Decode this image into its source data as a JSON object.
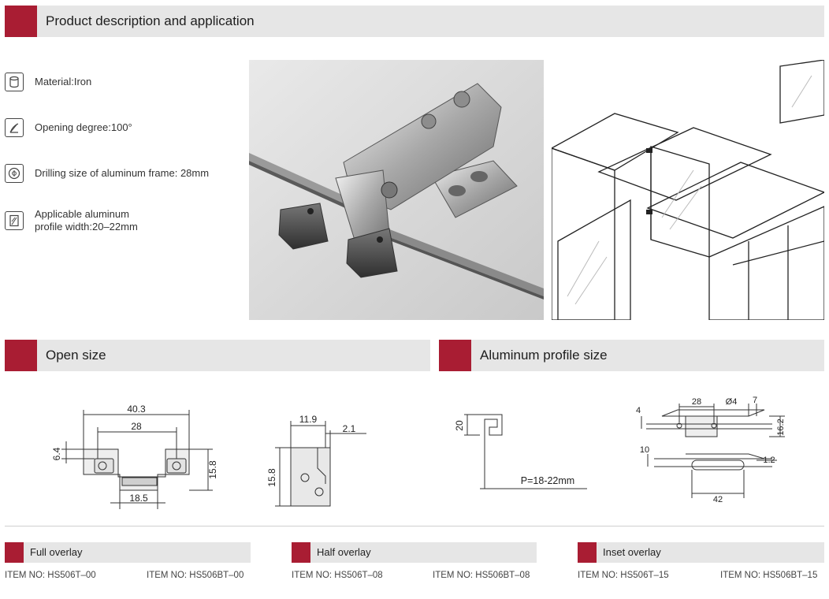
{
  "sections": {
    "product": "Product description and application",
    "open_size": "Open size",
    "profile_size": "Aluminum profile size"
  },
  "features": [
    {
      "icon": "cylinder-icon",
      "text": "Material:Iron"
    },
    {
      "icon": "angle-icon",
      "text": "Opening degree:100°"
    },
    {
      "icon": "drill-circle-icon",
      "text": "Drilling size of aluminum frame: 28mm"
    },
    {
      "icon": "profile-icon",
      "line1": "Applicable aluminum",
      "line2": "profile width:20–22mm"
    }
  ],
  "open_size_dims": {
    "overall_width": "40.3",
    "hole_spacing": "28",
    "left_height": "6.4",
    "right_height": "15.8",
    "bottom_width": "18.5",
    "side_width": "11.9",
    "side_offset": "2.1",
    "side_height": "15.8"
  },
  "profile_dims": {
    "height": "20",
    "pitch": "P=18-22mm",
    "hole_spacing": "28",
    "hole_dia": "Ø4",
    "top_offset": "7",
    "left_offset": "4",
    "depth": "16.2",
    "slot_offset": "10",
    "slot_depth": "1.2",
    "slot_length": "42"
  },
  "overlays": [
    {
      "title": "Full overlay",
      "item1": "ITEM NO: HS506T–00",
      "item2": "ITEM NO: HS506BT–00"
    },
    {
      "title": "Half overlay",
      "item1": "ITEM NO: HS506T–08",
      "item2": "ITEM NO: HS506BT–08"
    },
    {
      "title": "Inset overlay",
      "item1": "ITEM NO: HS506T–15",
      "item2": "ITEM NO: HS506BT–15"
    }
  ],
  "colors": {
    "accent": "#a91d33",
    "band": "#e6e6e6"
  }
}
